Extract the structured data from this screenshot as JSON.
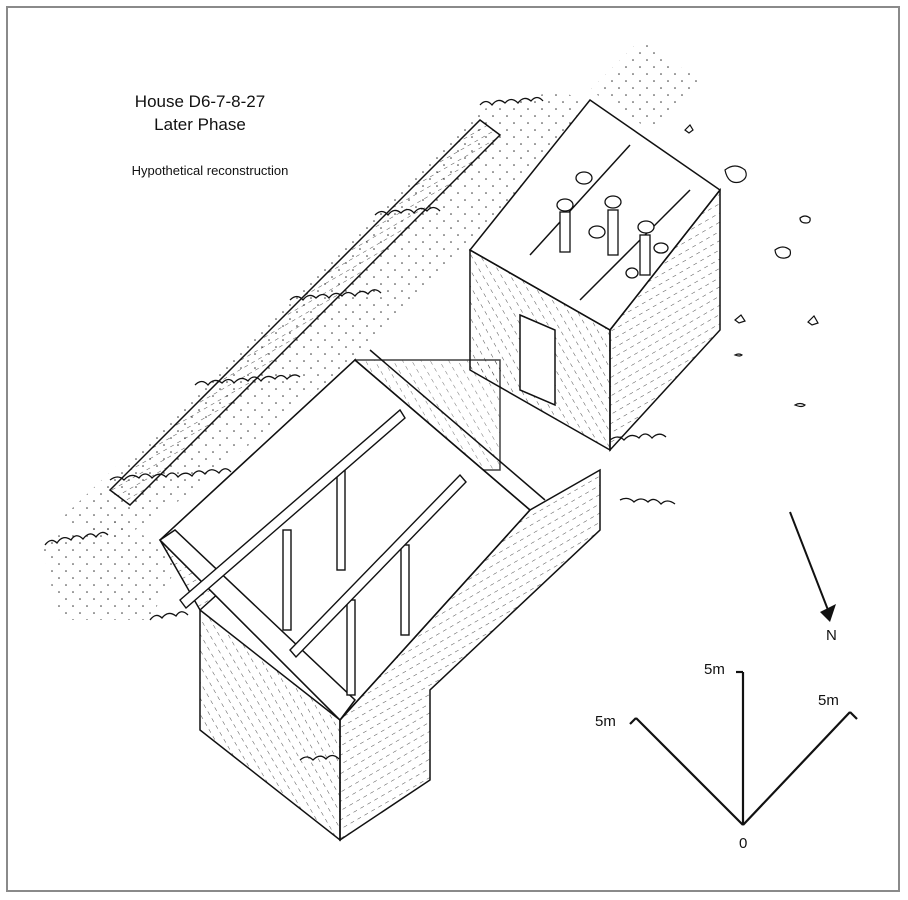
{
  "title": {
    "line1": "House D6-7-8-27",
    "line2": "Later Phase"
  },
  "subtitle": "Hypothetical reconstruction",
  "north_arrow": {
    "label": "N"
  },
  "scale": {
    "vertical_label": "5m",
    "left_label": "5m",
    "right_label": "5m",
    "origin_label": "0"
  },
  "colors": {
    "ink": "#111111",
    "frame": "#8a8a8a",
    "paper": "#ffffff"
  }
}
